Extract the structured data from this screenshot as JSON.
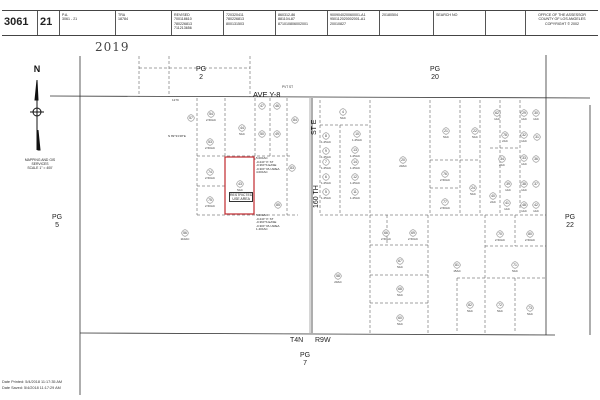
{
  "header": {
    "map_book": "3061",
    "page": "21",
    "pa": "P.A.\n3061 - 21",
    "tra": "TRA\n18784",
    "revised": "REVISED\n700118610\n780226813\n711213656",
    "col4": "720320411\n780226813\n800131503",
    "col5": "860312-86\n881104-87\n871010806002001",
    "col6": "900904020060001-A1\n950112020002001-A1\n20010827",
    "col7": "20180504",
    "search": "SEARCH NO",
    "blank": "",
    "office": "OFFICE OF THE ASSESSOR\nCOUNTY OF LOS ANGELES\nCOPYRIGHT © 2002"
  },
  "year": "2019",
  "compass": {
    "north": "N",
    "scale_text": "MAPPING AND GIS\nSERVICES\nSCALE 1\" = 400'"
  },
  "labels": {
    "pg2": "PG\n2",
    "pg20": "PG\n20",
    "pg5": "PG\n5",
    "pg22": "PG\n22",
    "pg7": "PG\n7",
    "ave": "AVE  Y-8",
    "st_e": "ST E",
    "th160": "160 TH",
    "t4n": "T4N",
    "r9w": "R9W",
    "pvt_st": "PVT ST",
    "restricted": "RESTRICTED\nUSE AREA",
    "easements_top": "5.00±AC\n-0.24±\" P. ST\n-0.36±\"S EASE\n-0.30±\" RU AREA\n4.00±AC",
    "easements_bot": "5.00±AC\n-0.24±\" P. ST\n-0.36±\"S EASE\n-0.30±\" RU AREA\n1.40±AC",
    "bearing": "N 89°33'48\"E",
    "dist": "1279"
  },
  "highlight_color": "#c0282d",
  "parcels": [
    {
      "no": "54",
      "area": "2.50AC"
    },
    {
      "no": "44",
      "area": "5AC"
    },
    {
      "no": "53",
      "area": "2.50AC"
    },
    {
      "no": "74",
      "area": "2.50AC"
    },
    {
      "no": "43",
      "area": "5AC"
    },
    {
      "no": "75",
      "area": "2.50AC"
    },
    {
      "no": "47",
      "area": ""
    },
    {
      "no": "46",
      "area": ""
    },
    {
      "no": "50",
      "area": ""
    },
    {
      "no": "49",
      "area": ""
    },
    {
      "no": "84",
      "area": ""
    },
    {
      "no": "83",
      "area": ""
    },
    {
      "no": "85",
      "area": ""
    },
    {
      "no": "4",
      "area": "5AC"
    },
    {
      "no": "8",
      "area": "1.25AC"
    },
    {
      "no": "10",
      "area": "1.25AC"
    },
    {
      "no": "9",
      "area": "1.25AC"
    },
    {
      "no": "13",
      "area": "1.25AC"
    },
    {
      "no": "7",
      "area": "1.25AC"
    },
    {
      "no": "14",
      "area": "1.25AC"
    },
    {
      "no": "6",
      "area": "1.25AC"
    },
    {
      "no": "12",
      "area": "1.25AC"
    },
    {
      "no": "5",
      "area": "1.25AC"
    },
    {
      "no": "11",
      "area": "1.25AC"
    },
    {
      "no": "56",
      "area": "110AC"
    },
    {
      "no": "57",
      "area": ""
    },
    {
      "no": "58",
      "area": "20AC"
    },
    {
      "no": "81",
      "area": "15AC"
    },
    {
      "no": "20",
      "area": "20AC"
    },
    {
      "no": "21",
      "area": "5AC"
    },
    {
      "no": "22",
      "area": "5AC"
    },
    {
      "no": "76",
      "area": "2.50AC"
    },
    {
      "no": "77",
      "area": "2.50AC"
    },
    {
      "no": "24",
      "area": "5AC"
    },
    {
      "no": "67",
      "area": "5AC"
    },
    {
      "no": "68",
      "area": "5AC"
    },
    {
      "no": "60",
      "area": "5AC"
    },
    {
      "no": "66",
      "area": "2.50AC"
    },
    {
      "no": "69",
      "area": "2.50AC"
    },
    {
      "no": "82",
      "area": "5AC"
    },
    {
      "no": "72",
      "area": "5AC"
    },
    {
      "no": "73",
      "area": "5AC"
    },
    {
      "no": "70",
      "area": "2.50AC"
    },
    {
      "no": "80",
      "area": "2.50AC"
    },
    {
      "no": "71",
      "area": "5AC"
    },
    {
      "no": "62",
      "area": "1AC"
    },
    {
      "no": "29",
      "area": "1AC"
    },
    {
      "no": "30",
      "area": "1AC"
    },
    {
      "no": "78",
      "area": "2AC"
    },
    {
      "no": "32",
      "area": "1AC"
    },
    {
      "no": "31",
      "area": ""
    },
    {
      "no": "34",
      "area": "2AC"
    },
    {
      "no": "33",
      "area": "1AC"
    },
    {
      "no": "36",
      "area": ""
    },
    {
      "no": "39",
      "area": "1AC"
    },
    {
      "no": "38",
      "area": "1AC"
    },
    {
      "no": "37",
      "area": ""
    },
    {
      "no": "40",
      "area": "2AC"
    },
    {
      "no": "41",
      "area": "1AC"
    },
    {
      "no": "48",
      "area": "1AC"
    },
    {
      "no": "42",
      "area": "1AC"
    }
  ],
  "footer": {
    "printed": "Date Printed: 5/4/2018 11:17:35 AM",
    "saved": "Date Saved: 5/4/2018 11:17:29 AM"
  }
}
